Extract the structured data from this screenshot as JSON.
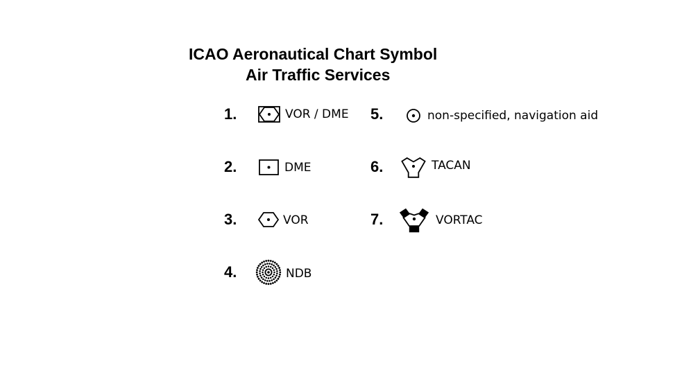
{
  "title": {
    "line1": "ICAO Aeronautical Chart Symbol",
    "line2": "Air Traffic Services"
  },
  "items": [
    {
      "number": "1.",
      "label": "VOR / DME",
      "icon": "vor-dme-icon"
    },
    {
      "number": "2.",
      "label": "DME",
      "icon": "dme-icon"
    },
    {
      "number": "3.",
      "label": "VOR",
      "icon": "vor-icon"
    },
    {
      "number": "4.",
      "label": "NDB",
      "icon": "ndb-icon"
    },
    {
      "number": "5.",
      "label": "non-specified, navigation aid",
      "icon": "navaid-icon"
    },
    {
      "number": "6.",
      "label": "TACAN",
      "icon": "tacan-icon"
    },
    {
      "number": "7.",
      "label": "VORTAC",
      "icon": "vortac-icon"
    }
  ]
}
